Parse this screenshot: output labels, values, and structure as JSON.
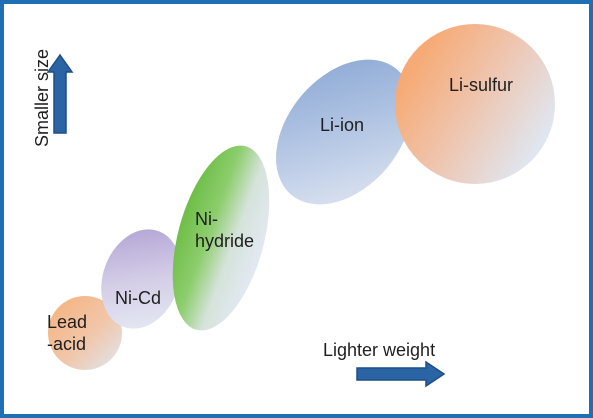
{
  "diagram": {
    "batteries": [
      {
        "id": "lead-acid",
        "label": "Lead\n-acid",
        "colors": [
          "#f6b07a",
          "#dfe7f2"
        ]
      },
      {
        "id": "ni-cd",
        "label": "Ni-Cd",
        "colors": [
          "#b4a6d6",
          "#e4e8f3"
        ]
      },
      {
        "id": "ni-hydride",
        "label": "Ni-\nhydride",
        "colors": [
          "#6dbd46",
          "#e3e9f4"
        ]
      },
      {
        "id": "li-ion",
        "label": "Li-ion",
        "colors": [
          "#7f9fcf",
          "#e4e9f3"
        ]
      },
      {
        "id": "li-sulfur",
        "label": "Li-sulfur",
        "colors": [
          "#f6ab76",
          "#e0e7f2"
        ]
      }
    ],
    "axis": {
      "horizontal_label": "Lighter weight",
      "vertical_label": "Smaller size",
      "arrow_color": "#2a64a5"
    },
    "border_color": "#1e6fb3"
  }
}
